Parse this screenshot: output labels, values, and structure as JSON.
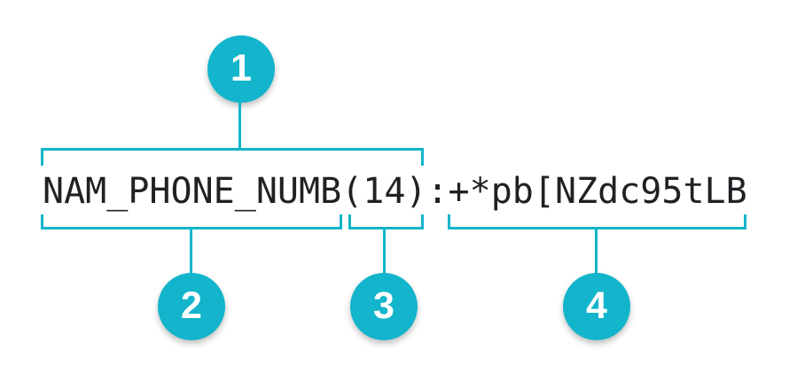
{
  "colors": {
    "accent": "#12b5cb",
    "token_text": "#202124",
    "background": "#ffffff",
    "callout_number": "#ffffff"
  },
  "token": {
    "full_text": "NAM_PHONE_NUMB(14):+*pb[NZdc95tLB"
  },
  "segments": [
    {
      "callout": "1",
      "text": "NAM_PHONE_NUMB(14)",
      "bracket_position": "above"
    },
    {
      "callout": "2",
      "text": "NAM_PHONE_NUMB",
      "bracket_position": "below"
    },
    {
      "callout": "3",
      "text": "(14)",
      "bracket_position": "below"
    },
    {
      "callout": "4",
      "text": "+*pb[NZdc95tLB",
      "bracket_position": "below"
    }
  ],
  "callouts": [
    {
      "number": "1"
    },
    {
      "number": "2"
    },
    {
      "number": "3"
    },
    {
      "number": "4"
    }
  ]
}
